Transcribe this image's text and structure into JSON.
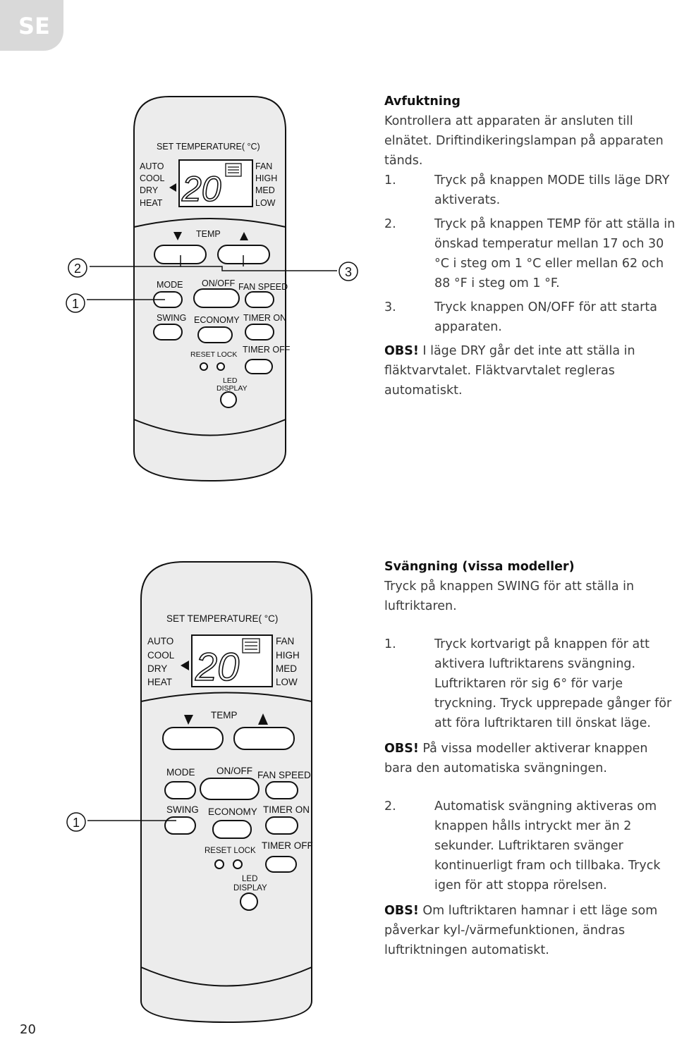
{
  "lang_tab": "SE",
  "page_number": "20",
  "remote": {
    "set_temperature": "SET TEMPERATURE( °C)",
    "modes": [
      "AUTO",
      "COOL",
      "DRY",
      "HEAT"
    ],
    "fan_speeds": [
      "FAN",
      "HIGH",
      "MED",
      "LOW"
    ],
    "display_value": "20",
    "temp": "TEMP",
    "mode": "MODE",
    "on_off": "ON/OFF",
    "fan_speed": "FAN SPEED",
    "swing": "SWING",
    "economy": "ECONOMY",
    "timer_on": "TIMER ON",
    "timer_off": "TIMER OFF",
    "reset_lock": "RESET LOCK",
    "led": "LED",
    "display": "DISPLAY"
  },
  "callouts_top": [
    "2",
    "1",
    "3"
  ],
  "callouts_bottom": [
    "1"
  ],
  "section1": {
    "heading": "Avfuktning",
    "intro": "Kontrollera att apparaten är ansluten till elnätet. Driftindikeringslampan på apparaten tänds.",
    "steps": [
      {
        "num": "1.",
        "text": "Tryck på knappen MODE tills läge DRY aktiverats."
      },
      {
        "num": "2.",
        "text": "Tryck på knappen TEMP för att ställa in önskad temperatur mellan 17 och 30 °C i steg om 1 °C eller mellan 62 och 88 °F i steg om 1 °F."
      },
      {
        "num": "3.",
        "text": "Tryck knappen ON/OFF för att starta apparaten."
      }
    ],
    "obs_label": "OBS!",
    "obs_text": " I läge DRY går det inte att ställa in fläktvarvtalet. Fläktvarvtalet regleras automatiskt."
  },
  "section2": {
    "heading": "Svängning (vissa modeller)",
    "intro": "Tryck på knappen SWING för att ställa in luftriktaren.",
    "step1_num": "1.",
    "step1_text": "Tryck kortvarigt på knappen för att aktivera luftriktarens svängning. Luftriktaren rör sig 6° för varje tryckning. Tryck upprepade gånger för att föra luftriktaren till önskat läge.",
    "obs1_label": "OBS!",
    "obs1_text": " På vissa modeller aktiverar knappen bara den automatiska svängningen.",
    "step2_num": "2.",
    "step2_text": "Automatisk svängning aktiveras om knappen hålls intryckt mer än 2 sekunder. Luftriktaren svänger kontinuerligt fram och tillbaka. Tryck igen för att stoppa rörelsen.",
    "obs2_label": "OBS!",
    "obs2_text": " Om luftriktaren hamnar i ett läge som påverkar kyl-/värmefunktionen, ändras luftriktningen automatiskt."
  }
}
